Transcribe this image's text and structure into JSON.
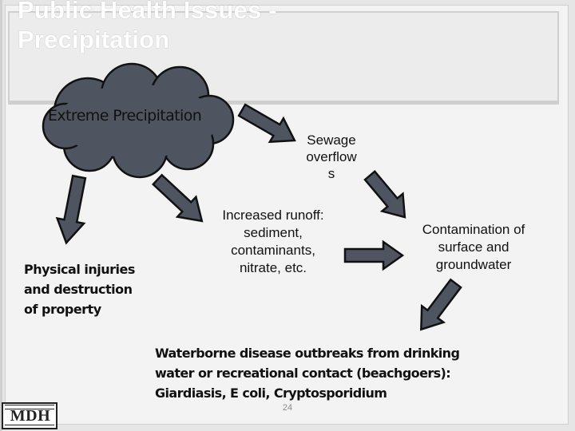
{
  "slide": {
    "title_line1": "Public Health Issues -",
    "title_line2": "Precipitation",
    "page_number": "24"
  },
  "diagram": {
    "nodes": {
      "cloud": "Extreme Precipitation",
      "sewage": [
        "Sewage",
        "overflow",
        "s"
      ],
      "runoff": [
        "Increased runoff:",
        "sediment,",
        "contaminants,",
        "nitrate, etc."
      ],
      "contamination": [
        "Contamination of",
        "surface and",
        "groundwater"
      ],
      "injuries": [
        "Physical injuries",
        "and destruction",
        "of property"
      ],
      "outbreaks": [
        "Waterborne disease outbreaks from drinking",
        "water or recreational contact (beachgoers):",
        "Giardiasis, E coli, Cryptosporidium"
      ]
    },
    "colors": {
      "cloud_fill": "#4f5560",
      "arrow_fill": "#4f5560",
      "outline": "#111111"
    }
  },
  "logo": {
    "mark": "MDH"
  }
}
